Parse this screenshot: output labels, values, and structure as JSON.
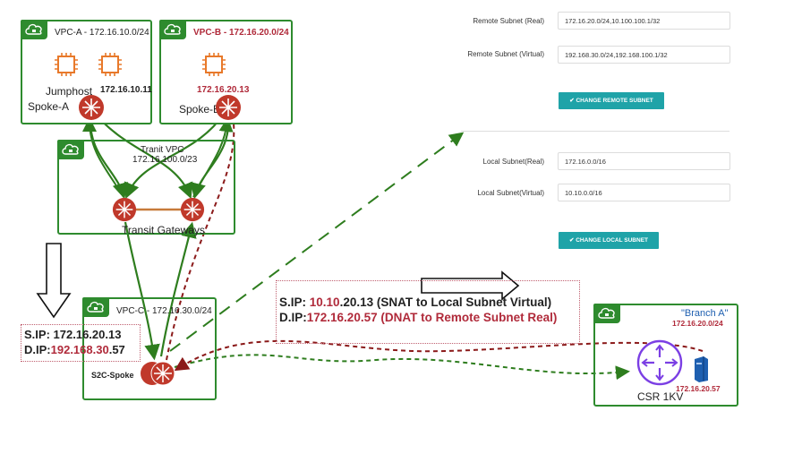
{
  "vpc_a": {
    "title": "VPC-A - 172.16.10.0/24",
    "jumphost_label": "Jumphost",
    "host_ip": "172.16.10.11",
    "spoke_label": "Spoke-A"
  },
  "vpc_b": {
    "title": "VPC-B - 172.16.20.0/24",
    "host_ip": "172.16.20.13",
    "spoke_label": "Spoke-B"
  },
  "transit": {
    "title_line1": "Tranit VPC",
    "title_line2": "172.16.100.0/23",
    "gateways_label": "Transit Gateways"
  },
  "vpc_c": {
    "title": "VPC-C - 172.16.30.0/24",
    "spoke_label": "S2C-Spoke"
  },
  "branch": {
    "title": "\"Branch A\"",
    "subnet": "172.16.20.0/24",
    "host_ip": "172.16.20.57",
    "router_label": "CSR 1KV"
  },
  "packet_before": {
    "sip_label": "S.IP:",
    "sip_value": "172.16.20.13",
    "dip_label": "D.IP:",
    "dip_red": "192.168.30",
    "dip_rest": ".57"
  },
  "packet_after": {
    "sip_label": "S.IP:",
    "sip_red": "10.10",
    "sip_rest": ".20.13 (SNAT to Local Subnet Virtual)",
    "dip_label": "D.IP:",
    "dip_red": "172.16.20.57 (DNAT to Remote Subnet Real)"
  },
  "form": {
    "remote_real_label": "Remote Subnet (Real)",
    "remote_real_value": "172.16.20.0/24,10.100.100.1/32",
    "remote_virtual_label": "Remote Subnet (Virtual)",
    "remote_virtual_value": "192.168.30.0/24,192.168.100.1/32",
    "change_remote_button": "CHANGE REMOTE SUBNET",
    "local_real_label": "Local Subnet(Real)",
    "local_real_value": "172.16.0.0/16",
    "local_virtual_label": "Local Subnet(Virtual)",
    "local_virtual_value": "10.10.0.0/16",
    "change_local_button": "CHANGE LOCAL SUBNET"
  },
  "colors": {
    "vpc_border": "#2e8b2e",
    "router": "#c0392b",
    "accent_red": "#b02a3a",
    "button": "#1fa3a8",
    "csr_purple": "#7b3fe4",
    "chip_orange": "#e8792a"
  }
}
